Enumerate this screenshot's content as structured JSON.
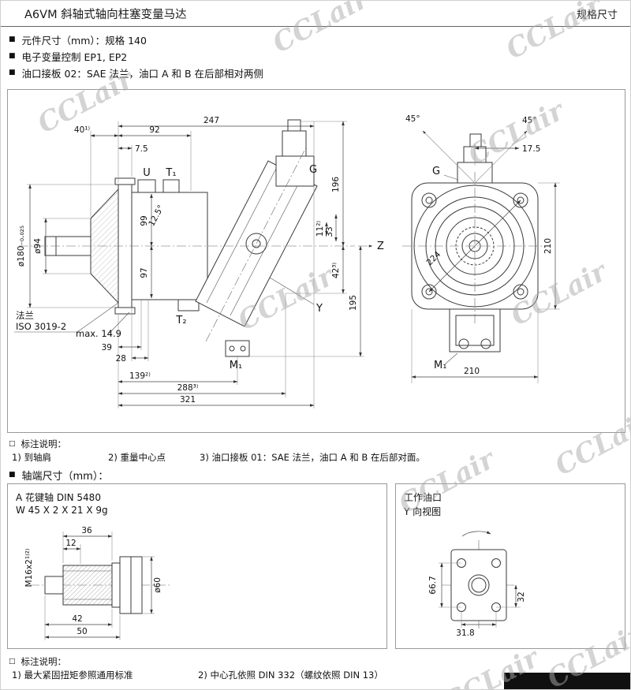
{
  "header": {
    "title": "A6VM 斜轴式轴向柱塞变量马达",
    "spec_label": "规格尺寸"
  },
  "icons": {
    "bullet": "■",
    "note": "□"
  },
  "watermark": {
    "text": "CCLair"
  },
  "intro_bullets": {
    "b1": "元件尺寸（mm）：规格 140",
    "b2": "电子变量控制 EP1, EP2",
    "b3": "油口接板 02：SAE 法兰，油口 A 和 B 在后部相对两侧"
  },
  "main_drawing": {
    "d247": "247",
    "d40": "40¹⁾",
    "d92": "92",
    "d75": "7.5",
    "U": "U",
    "T1": "T₁",
    "G": "G",
    "d196": "196",
    "a125": "12.5°",
    "d99": "99",
    "d97": "97",
    "d11": "11²⁾",
    "d33": "33",
    "d180": "ø180₋₀.₀₂₅",
    "d94": "ø94",
    "d42": "42³⁾",
    "d195": "195",
    "Y": "Y",
    "T2": "T₂",
    "Z": "Z",
    "flange_cn": "法兰",
    "iso": "ISO 3019-2",
    "max149": "max. 14.9",
    "d39": "39",
    "d28": "28",
    "M1": "M₁",
    "d139": "139²⁾",
    "d288": "288³⁾",
    "d321": "321",
    "a45l": "45°",
    "a45r": "45°",
    "d175": "17.5",
    "G2": "G",
    "d224": "224",
    "d210v": "210",
    "M1r": "M₁",
    "d210h": "210"
  },
  "notes_main": {
    "title": "标注说明：",
    "item1": "1) 到轴肩",
    "item2": "2) 重量中心点",
    "item3": "3) 油口接板 01：SAE 法兰，油口 A 和 B 在后部对面。"
  },
  "shaft_section": {
    "title": "轴端尺寸（mm）："
  },
  "shaft_box": {
    "line1": "A 花键轴 DIN 5480",
    "line2": "W 45 X 2 X 21 X 9g",
    "dims": {
      "d36": "36",
      "d12": "12",
      "m16": "M16x2¹⁾²⁾",
      "d60": "ø60",
      "d42": "42",
      "d50": "50"
    }
  },
  "port_box": {
    "title": "工作油口",
    "subtitle": "Y 向视图",
    "dims": {
      "d667": "66.7",
      "d318": "31.8",
      "d32": "32"
    }
  },
  "notes_bottom": {
    "title": "标注说明：",
    "item1": "1) 最大紧固扭矩参照通用标准",
    "item2": "2) 中心孔依照 DIN 332（螺纹依照 DIN 13）"
  }
}
